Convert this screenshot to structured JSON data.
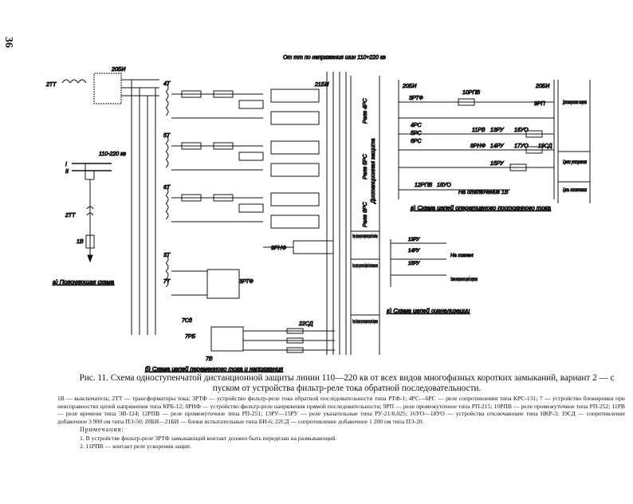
{
  "page_number": "36",
  "labels": {
    "top_label": "От тт по напряжения шин 110÷220 кв",
    "breaker_label": "110-220 кв",
    "tt_left": "2TT",
    "tt_bottom": "2TT",
    "b_1": "I",
    "b_2": "II",
    "switch_1v": "1В",
    "r20BI": "20БИ",
    "r20BI_b": "20БИ",
    "r20BI_c": "20БИ",
    "r21BI": "21БИ",
    "r4T": "4Т",
    "r5T": "5Т",
    "r6T": "6Т",
    "r7T": "7Т",
    "r3T": "3Т",
    "r9RNF": "9РНФ",
    "r3RTF": "3РТФ",
    "r7RB": "7РБ",
    "r7SA": "7Сд",
    "r7B": "7В",
    "r22SD": "22СД",
    "rel_4RS": "Реле 4РС",
    "rel_5RS": "Реле 5РС",
    "rel_6RS": "Реле 6РС",
    "dist_prot": "Дистанционная защита",
    "ustr_1": "Устр-во фильтр-реле напряжения прямой последоват.",
    "ustr_2": "Устр-во фильтр-реле тока обратной последовательности",
    "ustr_3": "Устр-во блокировки при неисправностях цепей напряжения",
    "right_dist": "Дистанционная защита",
    "right_uskor": "Цепи ускорения",
    "right_otkl": "Цепь отключения",
    "on_otkl": "На отключение 1В",
    "signal_a": "На сигнал",
    "signal_b": "Сигнал неисправности цепей напряжения",
    "r10RPV": "10РПВ",
    "r9RP": "9РП",
    "r12RPV": "12РПВ",
    "r18YO": "18УО",
    "r19SD": "19СД",
    "r13RU": "13РУ",
    "r14RU": "14РУ",
    "r15RU": "15РУ",
    "r16YO": "16УО",
    "r17YO": "17УО",
    "r11RV": "11РВ",
    "r8RNF": "8РНФ",
    "r3RTF_b": "3РТФ",
    "r4RS": "4РС",
    "r5RS": "5РС",
    "r6RS": "6РС",
    "sub_a": "а) Поясняющая схема",
    "sub_b": "б) Схема цепей переменного тока и напряжения",
    "sub_v": "в) Схема цепей оперативного постоянного тока",
    "sub_g": "г) Схема цепей сигнализации"
  },
  "caption": "Рис. 11. Схема одноступенчатой дистанционной защиты линии 110—220 кв от всех видов многофазных коротких замыканий, вариант 2 — с пуском от устройства фильтр-реле тока обратной последовательности.",
  "legend": "1В — выключатель; 2ТТ — трансформаторы тока; 3РТФ — устройство фильтр-реле тока обратной последовательности типа РТФ-1; 4РС—6РС — реле сопротивления типа КРС-131; 7 — устройство блокировки при неисправностях цепей напряжения типа КРБ-12; 8РНФ — устройство фильтр-реле напряжения прямой последовательности; 9РП — реле промежуточное типа РП-215; 10РПВ — реле промежуточное типа РП-252; 11РВ — реле времени типа ЭВ-124; 12РПВ — реле промежуточное типа РП-251; 13РУ—15РУ — реле указательные типа РУ-21/0,025; 16УО—18УО — устройства отключающие типа НКР-3; 19СД — сопротивление добавочное 3 900 ом типа ПЭ-50; 20БИ—21БИ — блоки испытательные типа БИ-6; 22СД — сопротивление добавочное 1 200 ом типа ПЭ-20.",
  "notes_title": "Примечания:",
  "notes": [
    "1. В устройстве фильтр-реле 3РТФ замыкающий контакт должен быть переделан на размыкающий.",
    "2. 11РПВ — контакт реле ускорения защит."
  ]
}
